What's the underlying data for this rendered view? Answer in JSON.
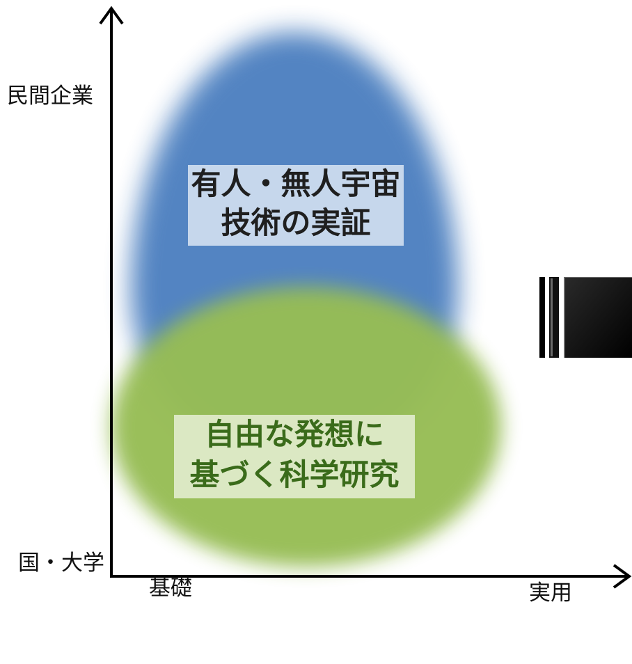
{
  "axes": {
    "y_top_label": "民間企業",
    "y_bottom_label": "国・大学",
    "x_left_label": "基礎",
    "x_right_label": "実用"
  },
  "regions": {
    "blue": {
      "line1": "有人・無人宇宙",
      "line2": "技術の実証",
      "color": "#4a7ebf"
    },
    "green": {
      "line1": "自由な発想に",
      "line2": "基づく科学研究",
      "color": "#97bd55"
    }
  }
}
